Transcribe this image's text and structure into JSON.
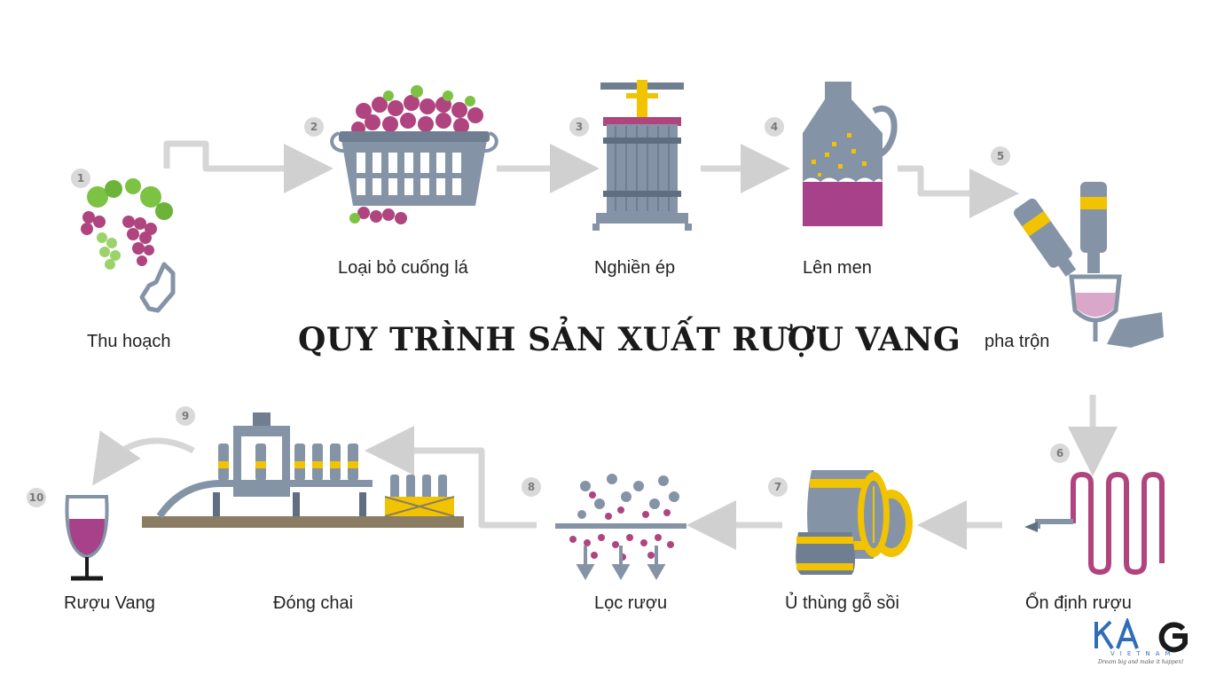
{
  "title": "QUY TRÌNH SẢN XUẤT RƯỢU VANG",
  "steps": [
    {
      "number": "1",
      "label": "Thu hoạch",
      "icon": "grape-harvest-icon"
    },
    {
      "number": "2",
      "label": "Loại bỏ cuống lá",
      "icon": "grape-basket-icon"
    },
    {
      "number": "3",
      "label": "Nghiền ép",
      "icon": "wine-press-icon"
    },
    {
      "number": "4",
      "label": "Lên men",
      "icon": "fermentation-jug-icon"
    },
    {
      "number": "5",
      "label": "pha trộn",
      "icon": "blending-bottles-icon"
    },
    {
      "number": "6",
      "label": "Ổn định rượu",
      "icon": "stabilization-coil-icon"
    },
    {
      "number": "7",
      "label": "Ủ thùng gỗ sồi",
      "icon": "oak-barrel-icon"
    },
    {
      "number": "8",
      "label": "Lọc rượu",
      "icon": "filter-icon"
    },
    {
      "number": "9",
      "label": "Đóng chai",
      "icon": "bottling-line-icon"
    },
    {
      "number": "10",
      "label": "Rượu Vang",
      "icon": "wine-glass-icon"
    }
  ],
  "logo": {
    "mark": "KAG",
    "sub": "VIETNAM",
    "slogan": "Dream big and make it happen!"
  },
  "colors": {
    "arrow": "#d0d0d0",
    "grape": "#b0447f",
    "leaf": "#7cc243",
    "steel": "#8494a6",
    "gold": "#f2c300",
    "wine": "#a6418a"
  }
}
